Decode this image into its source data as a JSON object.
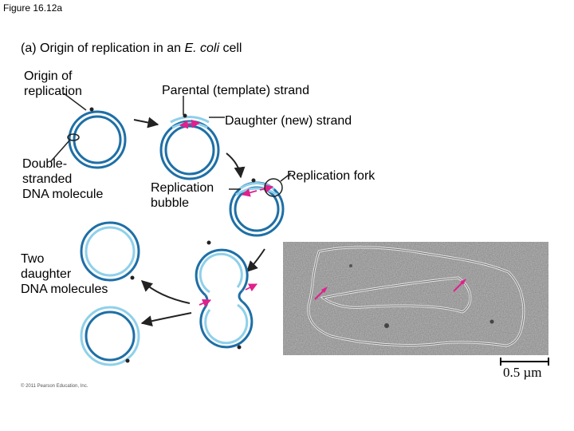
{
  "figure_label": "Figure 16.12a",
  "subtitle": {
    "before_italic": "(a) Origin of replication in an ",
    "italic": "E. coli",
    "after_italic": " cell"
  },
  "labels": {
    "origin_of_replication": "Origin of\nreplication",
    "parental_strand": "Parental (template) strand",
    "daughter_strand": "Daughter (new) strand",
    "double_stranded_dna": "Double-\nstranded\nDNA molecule",
    "replication_bubble": "Replication\nbubble",
    "replication_fork": "Replication fork",
    "two_daughter_dna": "Two\ndaughter\nDNA molecules"
  },
  "scale_bar_label": "0.5 µm",
  "copyright": "© 2011 Pearson Education, Inc.",
  "colors": {
    "parental_strand": "#1e6fa6",
    "daughter_strand": "#8fd0ea",
    "arrow_magenta": "#e0208c",
    "origin_dot": "#222222",
    "micrograph_bg": "#8a8a8a"
  }
}
